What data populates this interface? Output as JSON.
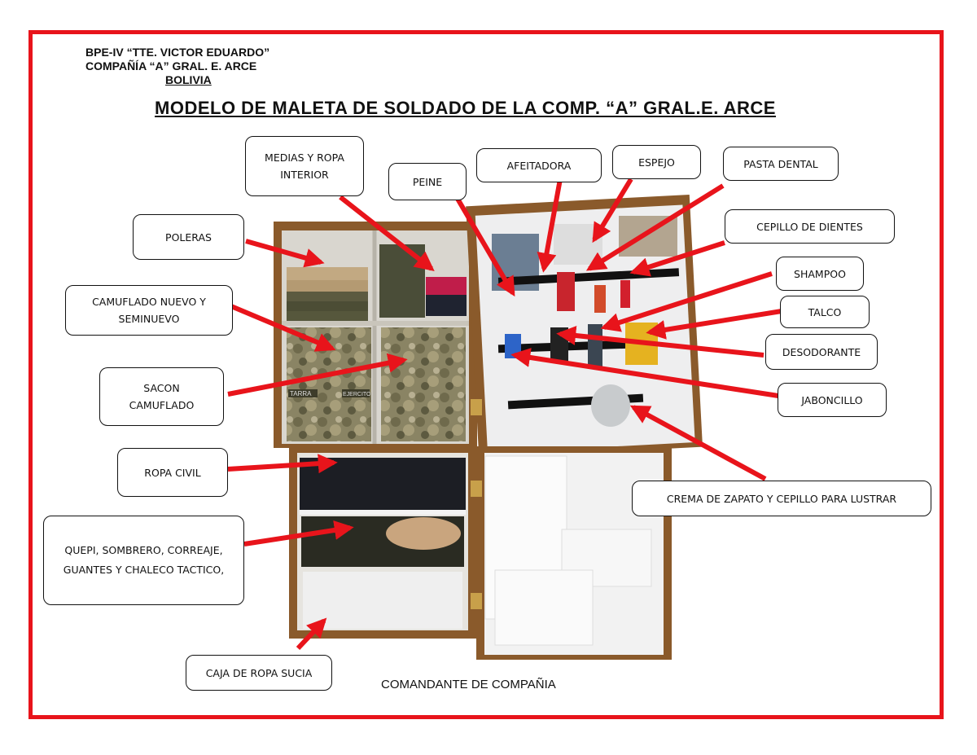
{
  "header": {
    "line1": "BPE-IV “TTE. VICTOR EDUARDO”",
    "line2": "COMPAÑÍA “A” GRAL. E. ARCE",
    "line3": "BOLIVIA"
  },
  "title": "MODELO DE MALETA DE SOLDADO DE LA COMP. “A” GRAL.E. ARCE",
  "labels": {
    "medias": "MEDIAS Y ROPA\nINTERIOR",
    "peine": "PEINE",
    "afeitadora": "AFEITADORA",
    "espejo": "ESPEJO",
    "pasta": "PASTA DENTAL",
    "poleras": "POLERAS",
    "cepillo": "CEPILLO DE DIENTES",
    "shampoo": "SHAMPOO",
    "camuflado": "CAMUFLADO NUEVO Y\nSEMINUEVO",
    "talco": "TALCO",
    "desodorante": "DESODORANTE",
    "sacon": "SACON\nCAMUFLADO",
    "jaboncillo": "JABONCILLO",
    "ropacivil": "ROPA CIVIL",
    "crema": "CREMA DE ZAPATO Y CEPILLO PARA LUSTRAR",
    "quepi": "QUEPI, SOMBRERO, CORREAJE,\nGUANTES Y CHALECO TACTICO,",
    "caja": "CAJA DE ROPA SUCIA"
  },
  "photo_print": {
    "patch": "TARRA",
    "patch2": "EJERCITO"
  },
  "footer": "COMANDANTE DE COMPAÑIA",
  "colors": {
    "frame": "#e8141b",
    "arrow": "#e8141b",
    "wood": "#8a5a2b"
  }
}
